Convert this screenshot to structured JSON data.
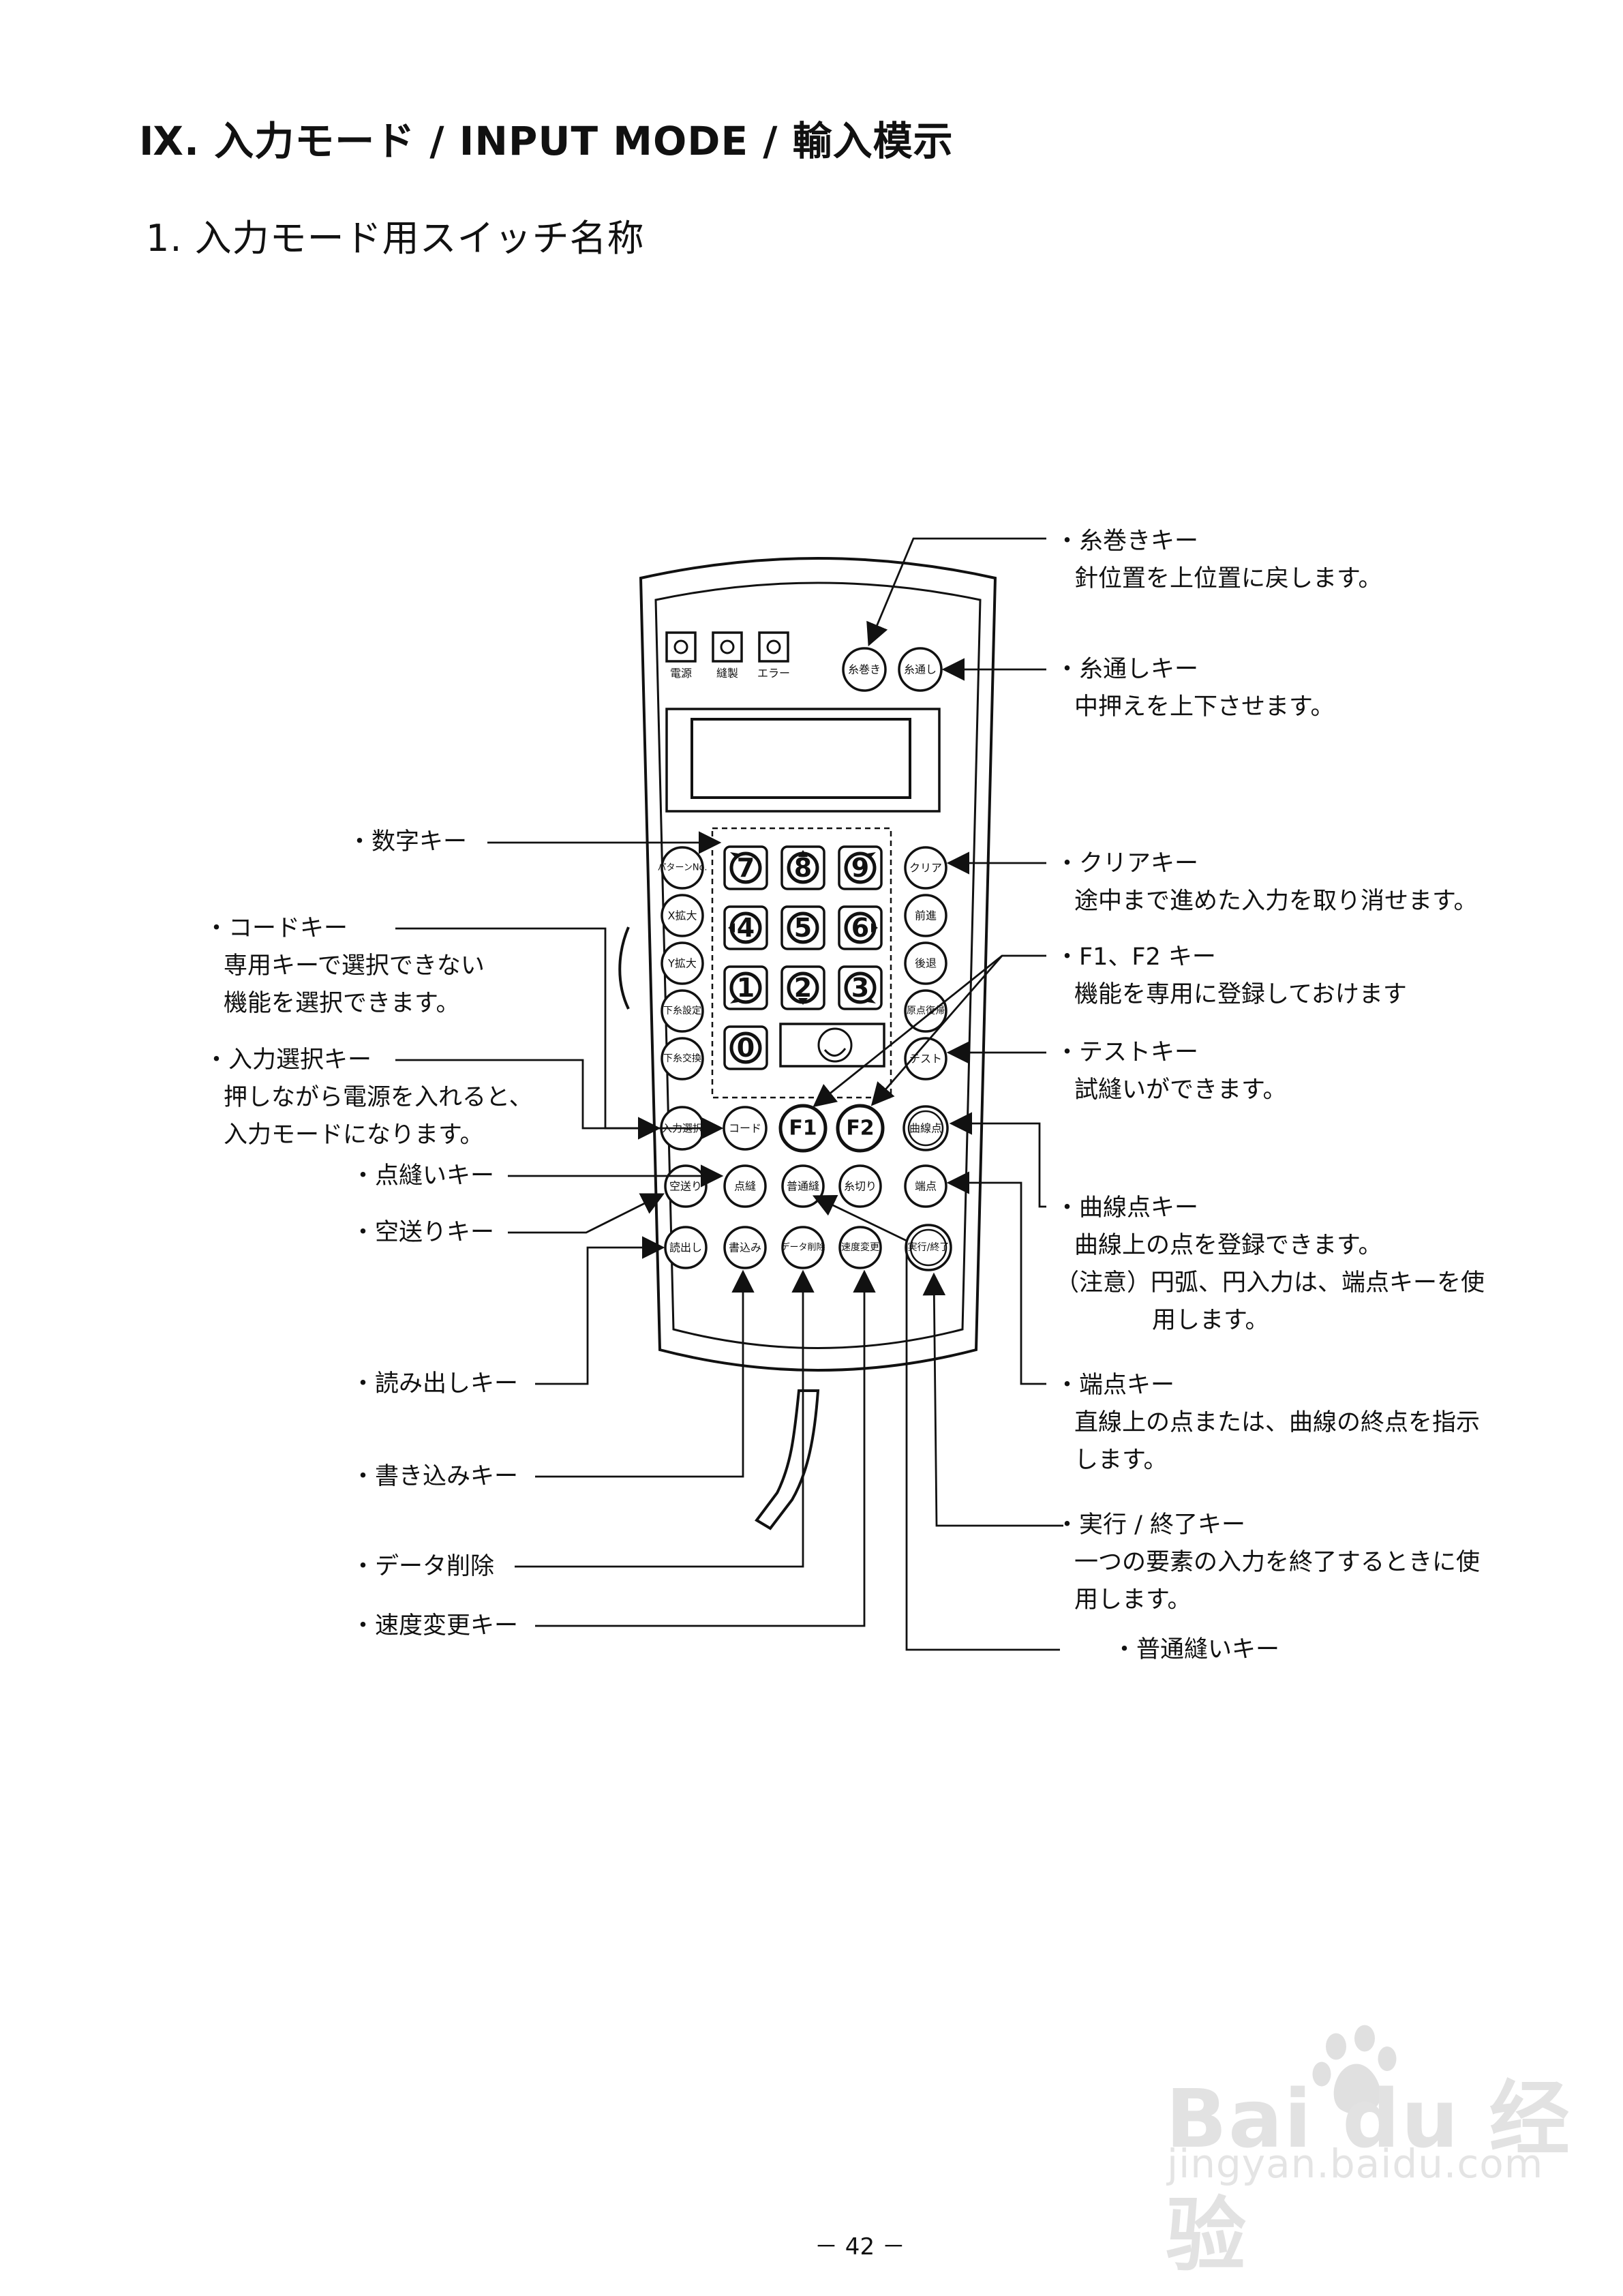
{
  "heading": "Ⅸ. 入力モード / INPUT MODE / 輸入模示",
  "subheading": "1. 入力モード用スイッチ名称",
  "device": {
    "indicators": [
      "電源",
      "縫製",
      "エラー"
    ],
    "keys": {
      "thread_wind": "糸巻き",
      "thread_through": "糸通し",
      "pattern_no": "パターンNo.",
      "x_scale": "X拡大",
      "y_scale": "Y拡大",
      "lower_thread_setting": "下糸設定",
      "lower_thread_change": "下糸交換",
      "clear": "クリア",
      "forward": "前進",
      "back": "後退",
      "origin_return": "原点復帰",
      "test": "テスト",
      "input_select": "入力選択",
      "code": "コード",
      "f1": "F1",
      "f2": "F2",
      "curve_point": "曲線点",
      "feed": "空送り",
      "point_sew": "点縫",
      "normal_sew": "普通縫",
      "thread_cut": "糸切り",
      "end_point": "端点",
      "read": "読出し",
      "write": "書込み",
      "data_delete": "データ削除",
      "speed_change": "速度変更",
      "execute_end": "実行/終了",
      "digits": [
        "7",
        "8",
        "9",
        "4",
        "5",
        "6",
        "1",
        "2",
        "3",
        "0"
      ]
    }
  },
  "labels": {
    "thread_wind": {
      "name": "・糸巻きキー",
      "desc": [
        "針位置を上位置に戻します。"
      ]
    },
    "thread_through": {
      "name": "・糸通しキー",
      "desc": [
        "中押えを上下させます。"
      ]
    },
    "numeric": {
      "name": "・数字キー"
    },
    "clear": {
      "name": "・クリアキー",
      "desc": [
        "途中まで進めた入力を取り消せます。"
      ]
    },
    "code": {
      "name": "・コードキー",
      "desc": [
        "専用キーで選択できない",
        "機能を選択できます。"
      ]
    },
    "f_keys": {
      "name": "・F1、F2 キー",
      "desc": [
        "機能を専用に登録しておけます"
      ]
    },
    "input_select": {
      "name": "・入力選択キー",
      "desc": [
        "押しながら電源を入れると、",
        "入力モードになります。"
      ]
    },
    "test": {
      "name": "・テストキー",
      "desc": [
        "試縫いができます。"
      ]
    },
    "point_sew": {
      "name": "・点縫いキー"
    },
    "feed": {
      "name": "・空送りキー"
    },
    "curve_point": {
      "name": "・曲線点キー",
      "desc": [
        "曲線上の点を登録できます。"
      ],
      "note": "（注意）円弧、円入力は、端点キーを使",
      "note2": "用します。"
    },
    "read": {
      "name": "・読み出しキー"
    },
    "end_point": {
      "name": "・端点キー",
      "desc": [
        "直線上の点または、曲線の終点を指示",
        "します。"
      ]
    },
    "write": {
      "name": "・書き込みキー"
    },
    "execute": {
      "name": "・実行 / 終了キー",
      "desc": [
        "一つの要素の入力を終了するときに使",
        "用します。"
      ]
    },
    "data_delete": {
      "name": "・データ削除"
    },
    "speed_change": {
      "name": "・速度変更キー"
    },
    "normal_sew": {
      "name": "・普通縫いキー"
    }
  },
  "page_number": "－ 42 －",
  "watermark": {
    "brand": "Bai du 经验",
    "url": "jingyan.baidu.com"
  }
}
